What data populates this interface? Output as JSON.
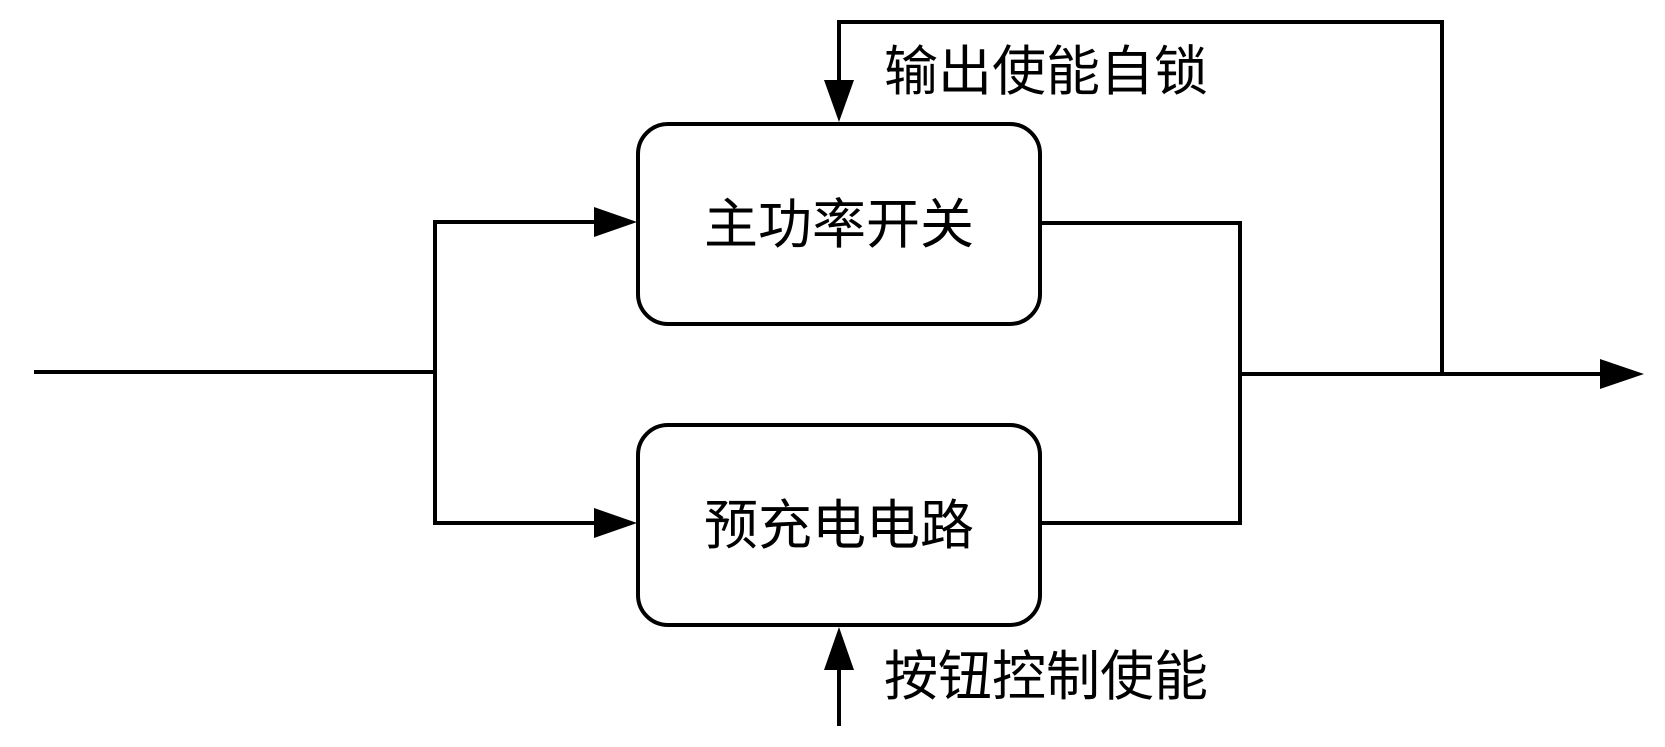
{
  "diagram": {
    "blocks": {
      "main_switch": "主功率开关",
      "precharge_circuit": "预充电电路"
    },
    "labels": {
      "feedback_latch": "输出使能自锁",
      "button_enable": "按钮控制使能"
    }
  }
}
